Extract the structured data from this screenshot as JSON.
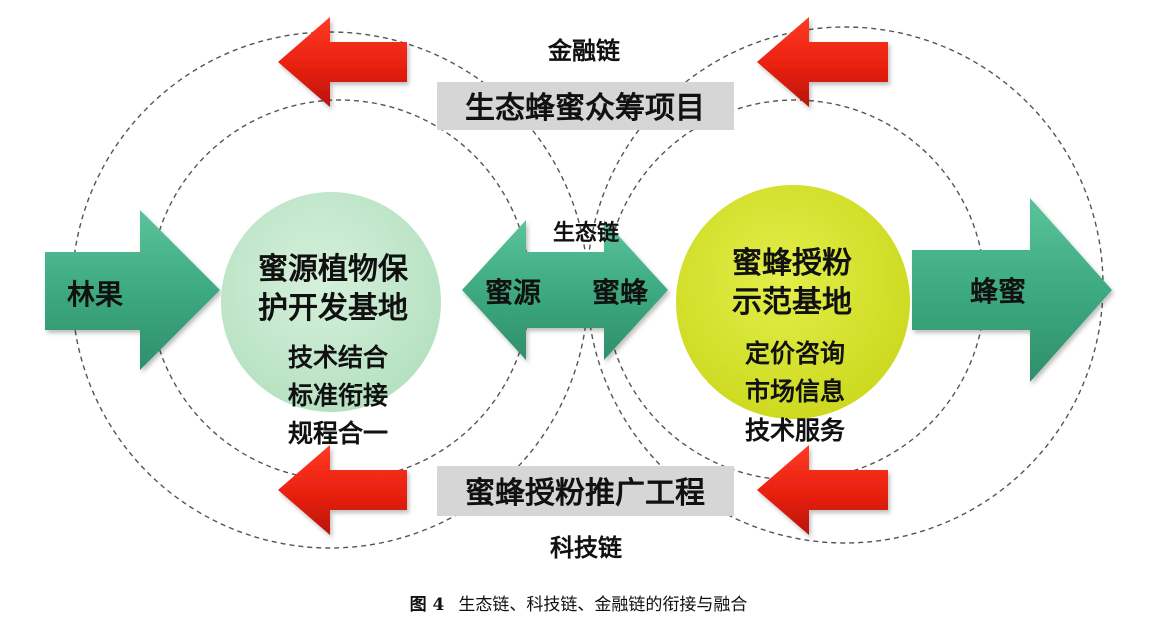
{
  "chains": {
    "finance": "金融链",
    "ecology": "生态链",
    "technology": "科技链"
  },
  "projects": {
    "crowdfunding": "生态蜂蜜众筹项目",
    "pollination": "蜜蜂授粉推广工程"
  },
  "left_hub": {
    "title_line1": "蜜源植物保",
    "title_line2": "护开发基地",
    "notes": [
      "技术结合",
      "标准衔接",
      "规程合一"
    ]
  },
  "right_hub": {
    "title_line1": "蜜蜂授粉",
    "title_line2": "示范基地",
    "notes": [
      "定价咨询",
      "市场信息",
      "技术服务"
    ]
  },
  "flows": {
    "input": "林果",
    "nectar_source": "蜜源",
    "bees": "蜜蜂",
    "output": "蜂蜜"
  },
  "caption": {
    "figure_no": "图 4",
    "text": "生态链、科技链、金融链的衔接与融合"
  },
  "colors": {
    "green_arrow": "#3daa82",
    "red_arrow": "#e8200f",
    "left_hub_fill": "#bfe6c8",
    "right_hub_fill": "#d4e22a",
    "label_box": "#d6d6d6"
  }
}
